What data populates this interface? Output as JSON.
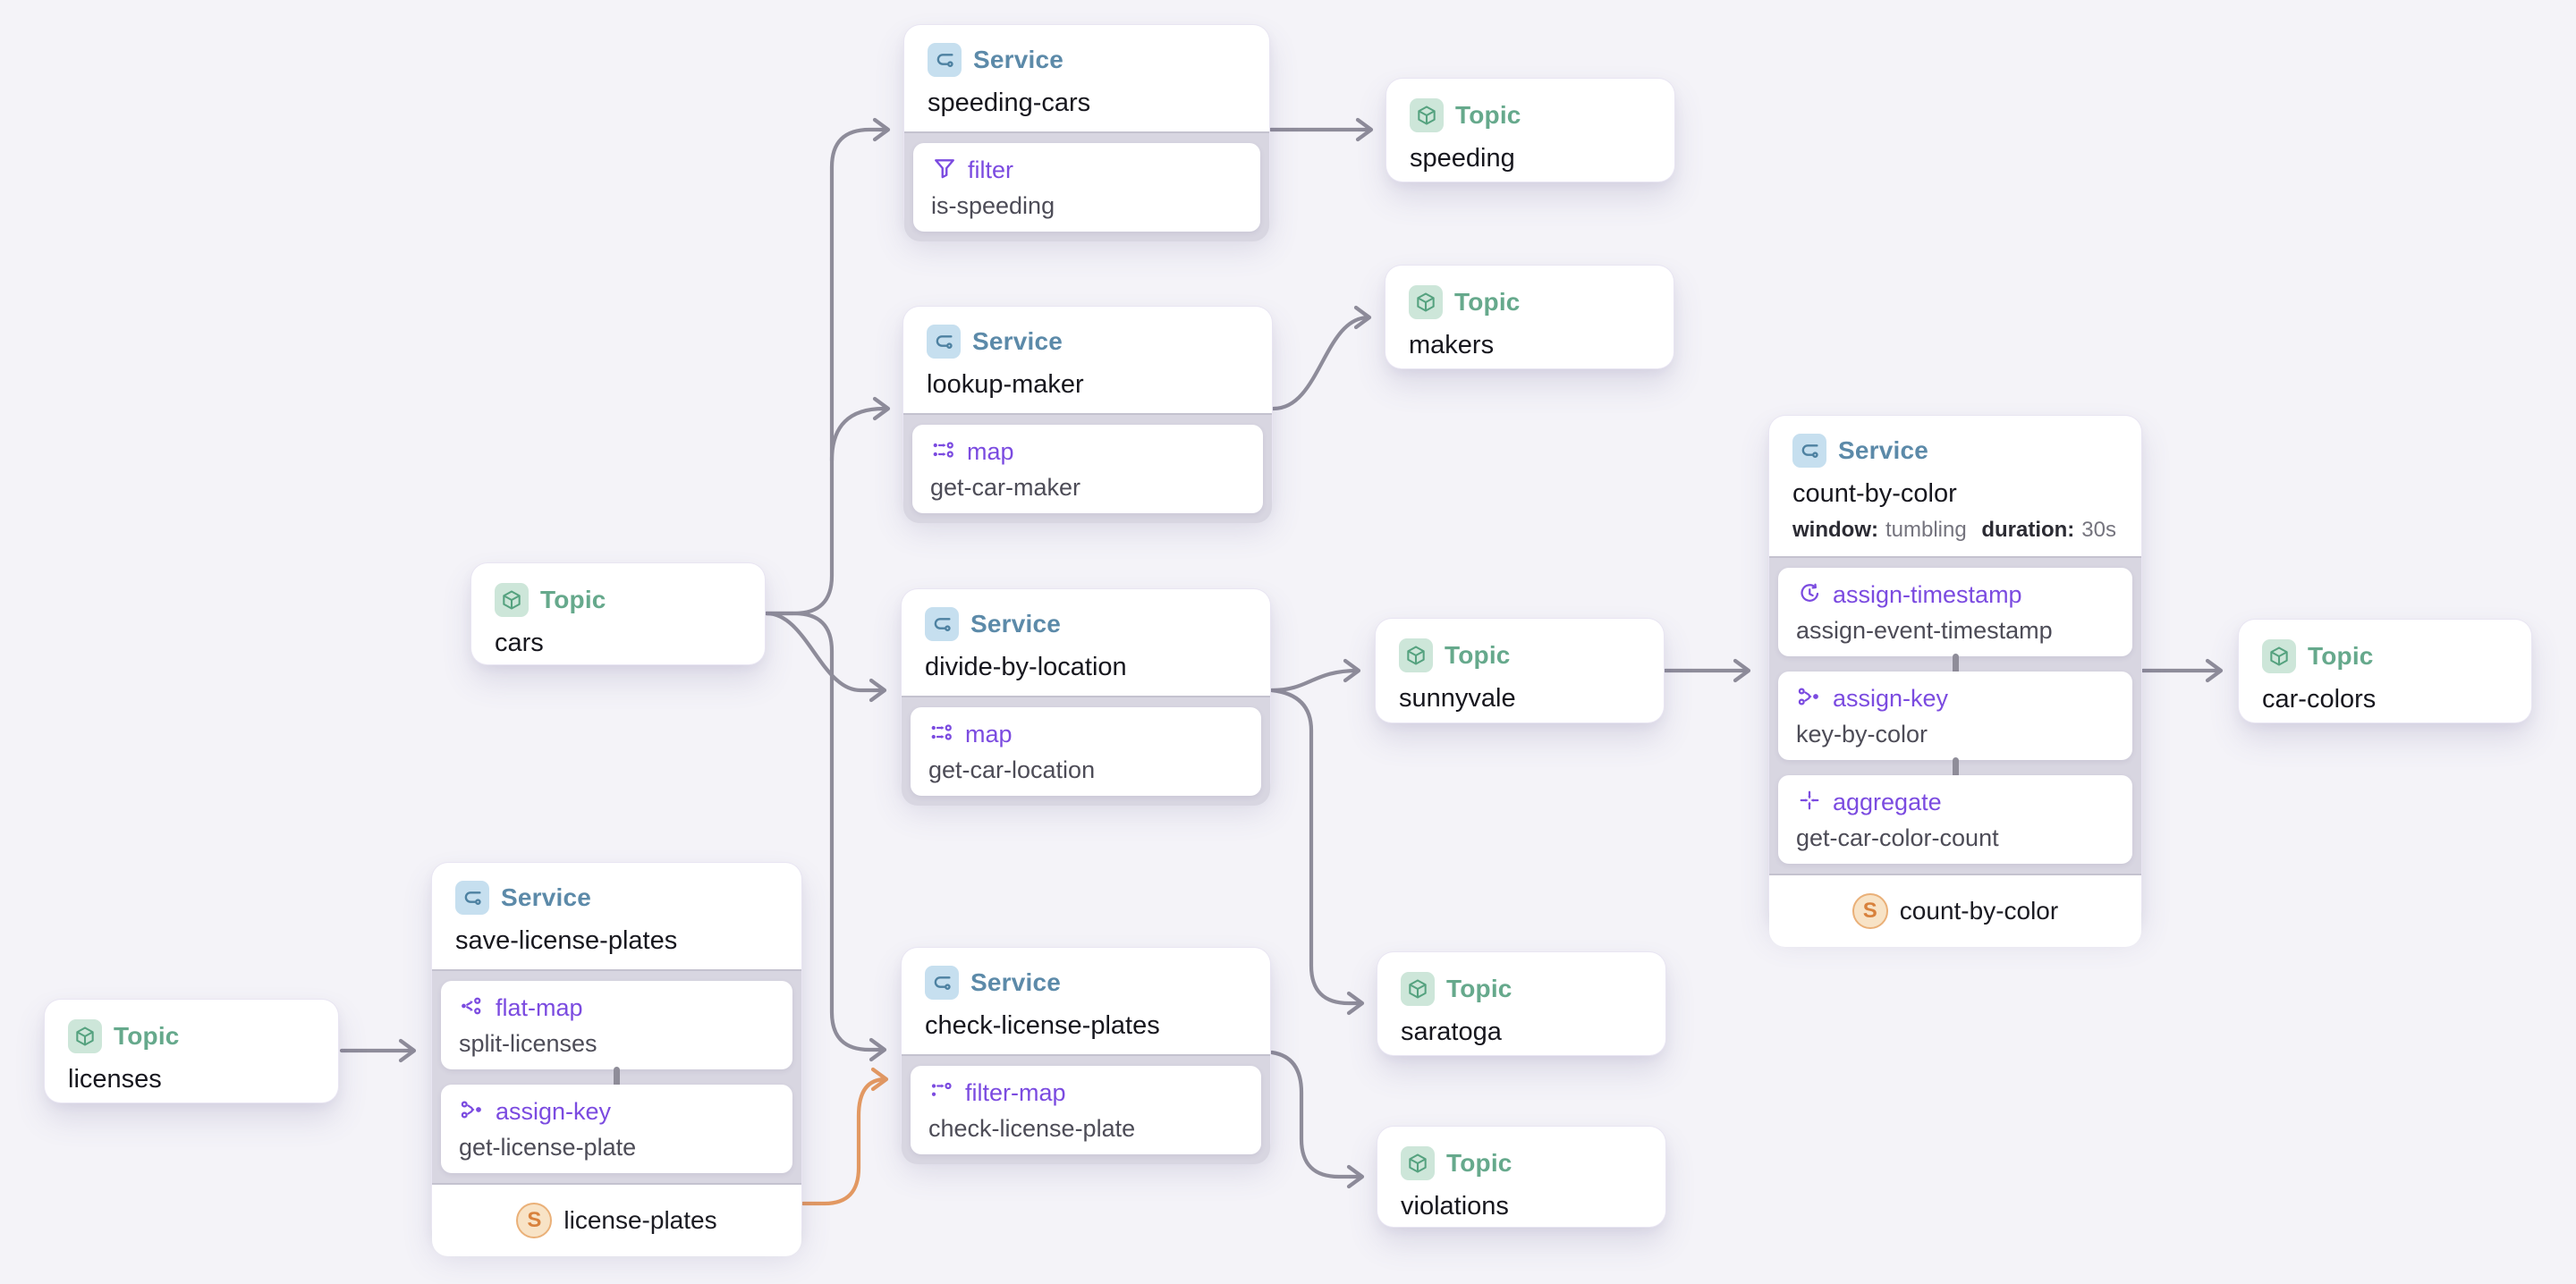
{
  "labels": {
    "service": "Service",
    "topic": "Topic",
    "store_badge": "S"
  },
  "topics": {
    "licenses": {
      "name": "licenses"
    },
    "cars": {
      "name": "cars"
    },
    "speeding": {
      "name": "speeding"
    },
    "makers": {
      "name": "makers"
    },
    "sunnyvale": {
      "name": "sunnyvale"
    },
    "saratoga": {
      "name": "saratoga"
    },
    "violations": {
      "name": "violations"
    },
    "car_colors": {
      "name": "car-colors"
    }
  },
  "services": {
    "speeding_cars": {
      "name": "speeding-cars",
      "operations": [
        {
          "type": "filter",
          "name": "is-speeding"
        }
      ]
    },
    "lookup_maker": {
      "name": "lookup-maker",
      "operations": [
        {
          "type": "map",
          "name": "get-car-maker"
        }
      ]
    },
    "divide_by_location": {
      "name": "divide-by-location",
      "operations": [
        {
          "type": "map",
          "name": "get-car-location"
        }
      ]
    },
    "check_license_plates": {
      "name": "check-license-plates",
      "operations": [
        {
          "type": "filter-map",
          "name": "check-license-plate"
        }
      ]
    },
    "save_license_plates": {
      "name": "save-license-plates",
      "operations": [
        {
          "type": "flat-map",
          "name": "split-licenses"
        },
        {
          "type": "assign-key",
          "name": "get-license-plate"
        }
      ],
      "store": "license-plates"
    },
    "count_by_color": {
      "name": "count-by-color",
      "meta": {
        "window_key": "window:",
        "window_value": "tumbling",
        "duration_key": "duration:",
        "duration_value": "30s"
      },
      "operations": [
        {
          "type": "assign-timestamp",
          "name": "assign-event-timestamp"
        },
        {
          "type": "assign-key",
          "name": "key-by-color"
        },
        {
          "type": "aggregate",
          "name": "get-car-color-count"
        }
      ],
      "store": "count-by-color"
    }
  },
  "edges": [
    {
      "from": "licenses",
      "to": "save-license-plates",
      "kind": "stream"
    },
    {
      "from": "cars",
      "to": "speeding-cars",
      "kind": "stream"
    },
    {
      "from": "cars",
      "to": "lookup-maker",
      "kind": "stream"
    },
    {
      "from": "cars",
      "to": "divide-by-location",
      "kind": "stream"
    },
    {
      "from": "cars",
      "to": "check-license-plates",
      "kind": "stream"
    },
    {
      "from": "speeding-cars",
      "to": "speeding",
      "kind": "stream"
    },
    {
      "from": "lookup-maker",
      "to": "makers",
      "kind": "stream"
    },
    {
      "from": "divide-by-location",
      "to": "sunnyvale",
      "kind": "stream"
    },
    {
      "from": "divide-by-location",
      "to": "saratoga",
      "kind": "stream"
    },
    {
      "from": "check-license-plates",
      "to": "violations",
      "kind": "stream"
    },
    {
      "from": "sunnyvale",
      "to": "count-by-color",
      "kind": "stream"
    },
    {
      "from": "count-by-color",
      "to": "car-colors",
      "kind": "stream"
    },
    {
      "from": "license-plates-store",
      "to": "check-license-plates.filter-map",
      "kind": "state-store"
    }
  ],
  "colors": {
    "background": "#f4f3f8",
    "service_accent": "#5c8aa9",
    "topic_accent": "#66a98c",
    "operation_accent": "#7b4be0",
    "store_accent": "#d8813c",
    "edge_stream": "#8e8c9a",
    "edge_state": "#e29862"
  }
}
